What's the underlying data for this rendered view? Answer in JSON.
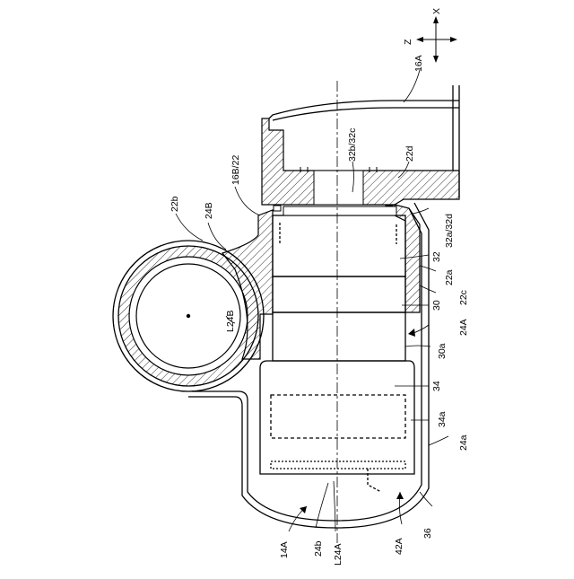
{
  "figure": {
    "axes": {
      "x": "X",
      "z": "Z"
    },
    "labels": {
      "l16A": "16A",
      "l32b32c": "32b/32c",
      "l22d": "22d",
      "l16B22": "16B/22",
      "l24B": "24B",
      "l22b": "22b",
      "l32a32d": "32a/32d",
      "l32": "32",
      "l22a": "22a",
      "l22c": "22c",
      "l30": "30",
      "l24A": "24A",
      "l30a": "30a",
      "lL24B": "L24B",
      "l34": "34",
      "l34a": "34a",
      "l24a": "24a",
      "l36": "36",
      "l42A": "42A",
      "lL24A": "L24A",
      "l24b": "24b",
      "l14A": "14A"
    }
  }
}
